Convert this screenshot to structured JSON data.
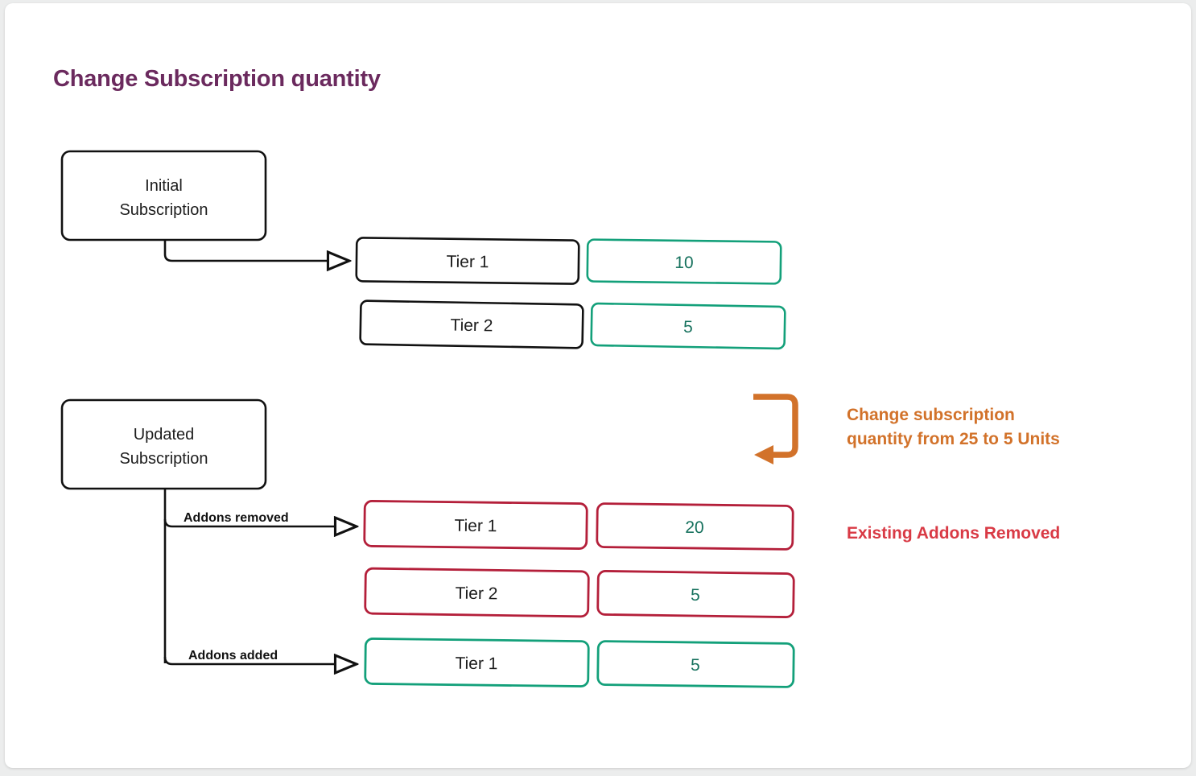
{
  "page": {
    "title": "Change Subscription quantity",
    "background": "#eceded",
    "card_background": "#ffffff"
  },
  "colors": {
    "title": "#6b2a5e",
    "node_border": "#111111",
    "added_border": "#13a07a",
    "removed_border": "#b41f3a",
    "quantity_text": "#14705c",
    "orange_annotation": "#d2722a",
    "red_annotation": "#d93a45",
    "connector": "#111111"
  },
  "sections": [
    {
      "id": "initial",
      "node": {
        "line1": "Initial",
        "line2": "Subscription"
      },
      "rows": [
        {
          "tier": "Tier 1",
          "quantity": "10",
          "style": "added"
        },
        {
          "tier": "Tier 2",
          "quantity": "5",
          "style": "added"
        }
      ]
    },
    {
      "id": "updated",
      "node": {
        "line1": "Updated",
        "line2": "Subscription"
      },
      "edge_labels": {
        "removed": "Addons removed",
        "added": "Addons added"
      },
      "rows": [
        {
          "tier": "Tier 1",
          "quantity": "20",
          "style": "removed"
        },
        {
          "tier": "Tier 2",
          "quantity": "5",
          "style": "removed"
        },
        {
          "tier": "Tier 1",
          "quantity": "5",
          "style": "added"
        }
      ]
    }
  ],
  "annotations": {
    "change_quantity": {
      "line1": "Change subscription",
      "line2": "quantity from 25 to 5 Units"
    },
    "addons_removed": "Existing Addons Removed"
  }
}
